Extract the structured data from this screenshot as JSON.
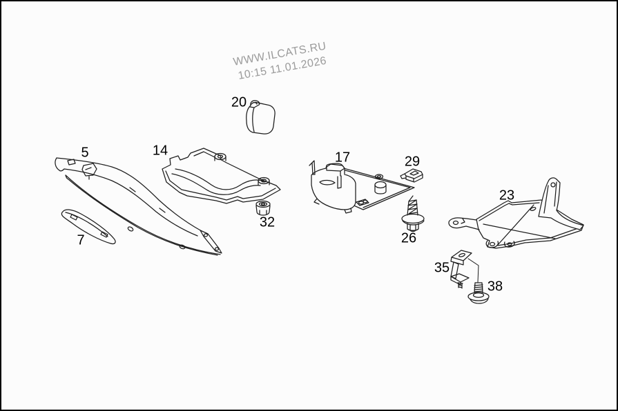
{
  "theme": {
    "background": "#fcfcfc",
    "frame": "#000000",
    "line": "#1c1c1c",
    "watermark": "#9b9b9b",
    "label": "#000000"
  },
  "watermark": {
    "line1": "WWW.ILCATS.RU",
    "line2": "10:15 11.01.2026"
  },
  "parts": [
    {
      "label": "5"
    },
    {
      "label": "7"
    },
    {
      "label": "14"
    },
    {
      "label": "17"
    },
    {
      "label": "20"
    },
    {
      "label": "23"
    },
    {
      "label": "26"
    },
    {
      "label": "29"
    },
    {
      "label": "32"
    },
    {
      "label": "35"
    },
    {
      "label": "38"
    }
  ]
}
